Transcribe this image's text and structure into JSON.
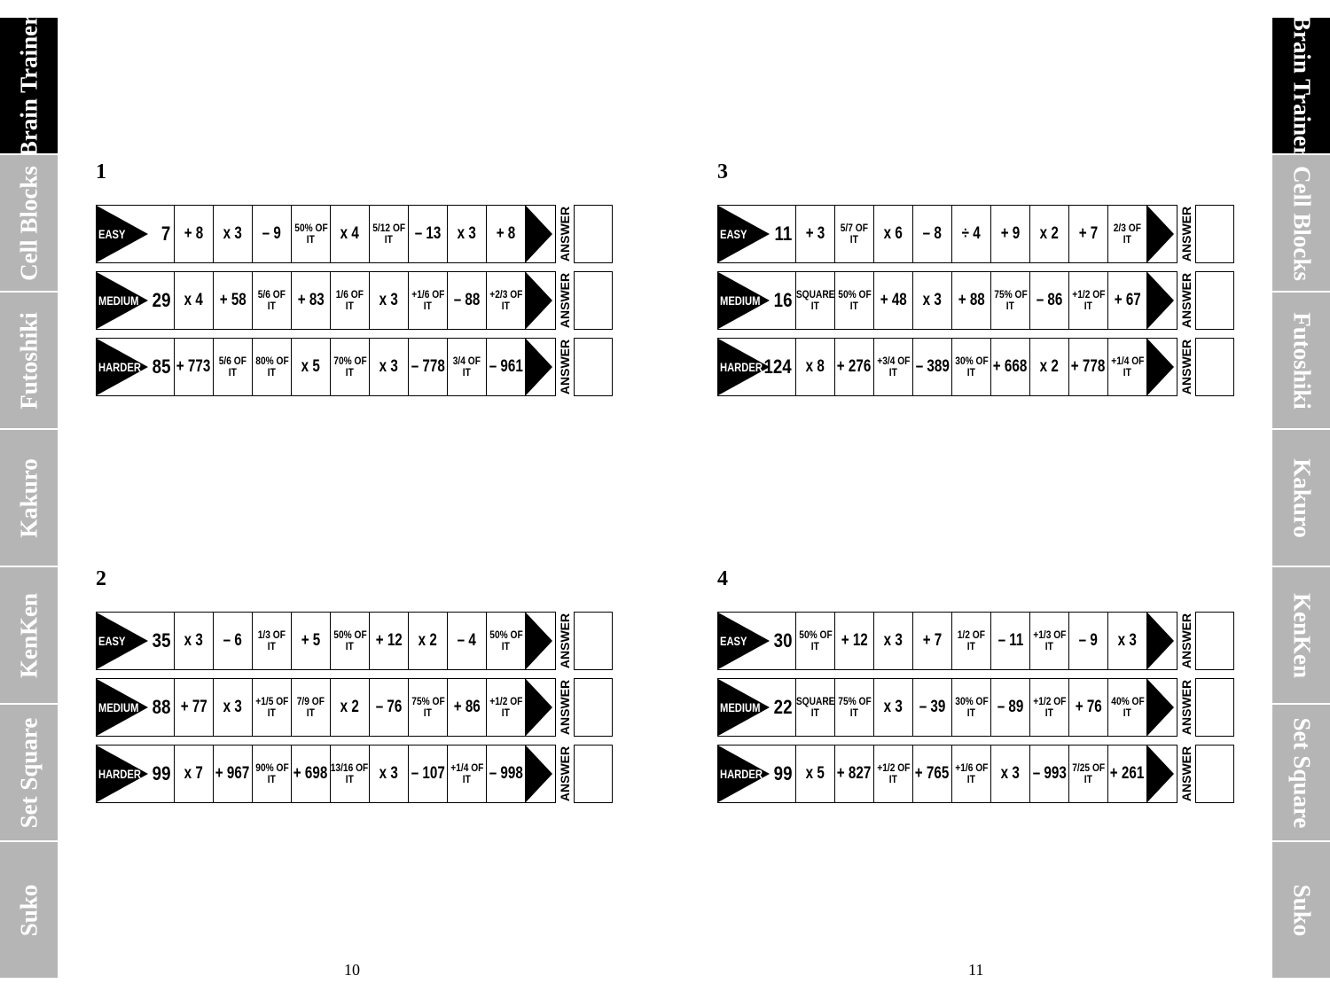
{
  "tabs": [
    "Brain Trainer",
    "Cell Blocks",
    "Futoshiki",
    "Kakuro",
    "KenKen",
    "Set Square",
    "Suko"
  ],
  "active_tab": "Brain Trainer",
  "answer_label": "ANSWER",
  "pages": [
    {
      "page_number": "10",
      "puzzles": [
        "1",
        "2"
      ]
    },
    {
      "page_number": "11",
      "puzzles": [
        "3",
        "4"
      ]
    }
  ],
  "puzzles": [
    {
      "number": "1",
      "rows": [
        {
          "level": "EASY",
          "start": "7",
          "ops": [
            "+ 8",
            "x 3",
            "– 9",
            "50% OF IT",
            "x 4",
            "5/12 OF IT",
            "– 13",
            "x 3",
            "+ 8"
          ]
        },
        {
          "level": "MEDIUM",
          "start": "29",
          "ops": [
            "x 4",
            "+ 58",
            "5/6 OF IT",
            "+ 83",
            "1/6 OF IT",
            "x 3",
            "+1/6 OF IT",
            "– 88",
            "+2/3 OF IT"
          ]
        },
        {
          "level": "HARDER",
          "start": "85",
          "ops": [
            "+ 773",
            "5/6 OF IT",
            "80% OF IT",
            "x 5",
            "70% OF IT",
            "x 3",
            "– 778",
            "3/4 OF IT",
            "– 961"
          ]
        }
      ]
    },
    {
      "number": "2",
      "rows": [
        {
          "level": "EASY",
          "start": "35",
          "ops": [
            "x 3",
            "– 6",
            "1/3 OF IT",
            "+ 5",
            "50% OF IT",
            "+ 12",
            "x 2",
            "– 4",
            "50% OF IT"
          ]
        },
        {
          "level": "MEDIUM",
          "start": "88",
          "ops": [
            "+ 77",
            "x 3",
            "+1/5 OF IT",
            "7/9 OF IT",
            "x 2",
            "– 76",
            "75% OF IT",
            "+ 86",
            "+1/2 OF IT"
          ]
        },
        {
          "level": "HARDER",
          "start": "99",
          "ops": [
            "x 7",
            "+ 967",
            "90% OF IT",
            "+ 698",
            "13/16 OF IT",
            "x 3",
            "– 107",
            "+1/4 OF IT",
            "– 998"
          ]
        }
      ]
    },
    {
      "number": "3",
      "rows": [
        {
          "level": "EASY",
          "start": "11",
          "ops": [
            "+ 3",
            "5/7 OF IT",
            "x 6",
            "– 8",
            "÷ 4",
            "+ 9",
            "x 2",
            "+ 7",
            "2/3 OF IT"
          ]
        },
        {
          "level": "MEDIUM",
          "start": "16",
          "ops": [
            "SQUARE IT",
            "50% OF IT",
            "+ 48",
            "x 3",
            "+ 88",
            "75% OF IT",
            "– 86",
            "+1/2 OF IT",
            "+ 67"
          ]
        },
        {
          "level": "HARDER",
          "start": "124",
          "ops": [
            "x 8",
            "+ 276",
            "+3/4 OF IT",
            "– 389",
            "30% OF IT",
            "+ 668",
            "x 2",
            "+ 778",
            "+1/4 OF IT"
          ]
        }
      ]
    },
    {
      "number": "4",
      "rows": [
        {
          "level": "EASY",
          "start": "30",
          "ops": [
            "50% OF IT",
            "+ 12",
            "x 3",
            "+ 7",
            "1/2 OF IT",
            "– 11",
            "+1/3 OF IT",
            "– 9",
            "x 3"
          ]
        },
        {
          "level": "MEDIUM",
          "start": "22",
          "ops": [
            "SQUARE IT",
            "75% OF IT",
            "x 3",
            "– 39",
            "30% OF IT",
            "– 89",
            "+1/2 OF IT",
            "+ 76",
            "40% OF IT"
          ]
        },
        {
          "level": "HARDER",
          "start": "99",
          "ops": [
            "x 5",
            "+ 827",
            "+1/2 OF IT",
            "+ 765",
            "+1/6 OF IT",
            "x 3",
            "– 993",
            "7/25 OF IT",
            "+ 261"
          ]
        }
      ]
    }
  ],
  "colors": {
    "tab_active": "#000000",
    "tab_inactive": "#b5b5b5",
    "tab_text": "#ffffff"
  }
}
